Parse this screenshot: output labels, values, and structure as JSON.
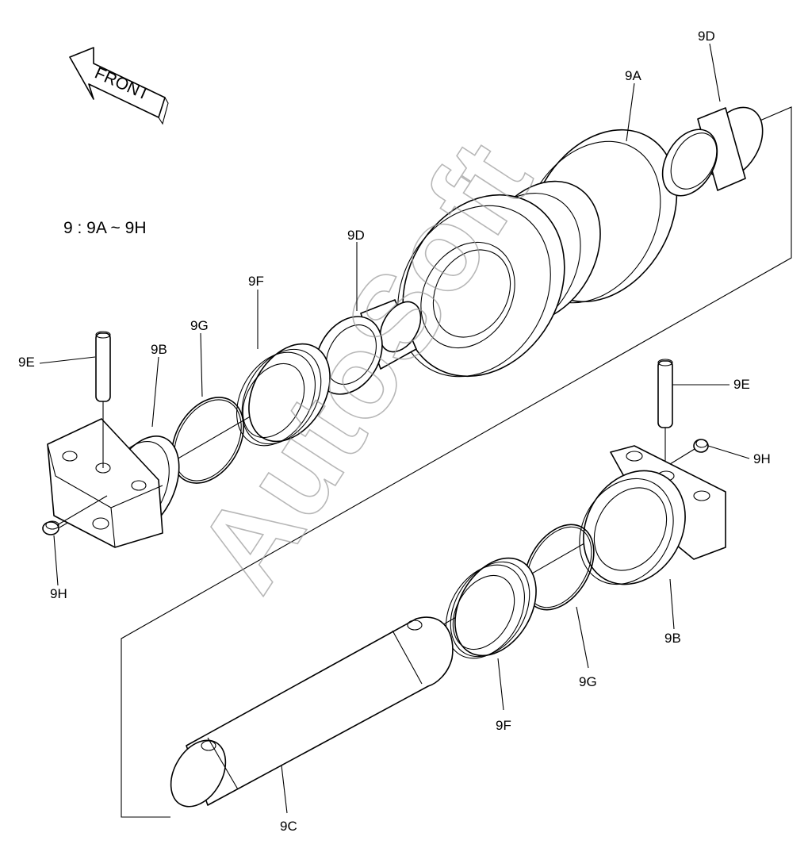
{
  "front_label": "FRONT",
  "assembly_label": "9 : 9A ~ 9H",
  "watermark": "AutoSoft",
  "parts": {
    "p9A": "9A",
    "p9B_left": "9B",
    "p9B_right": "9B",
    "p9C": "9C",
    "p9D_top": "9D",
    "p9D_mid": "9D",
    "p9E_left": "9E",
    "p9E_right": "9E",
    "p9F_left": "9F",
    "p9F_right": "9F",
    "p9G_left": "9G",
    "p9G_right": "9G",
    "p9H_left": "9H",
    "p9H_right": "9H"
  }
}
